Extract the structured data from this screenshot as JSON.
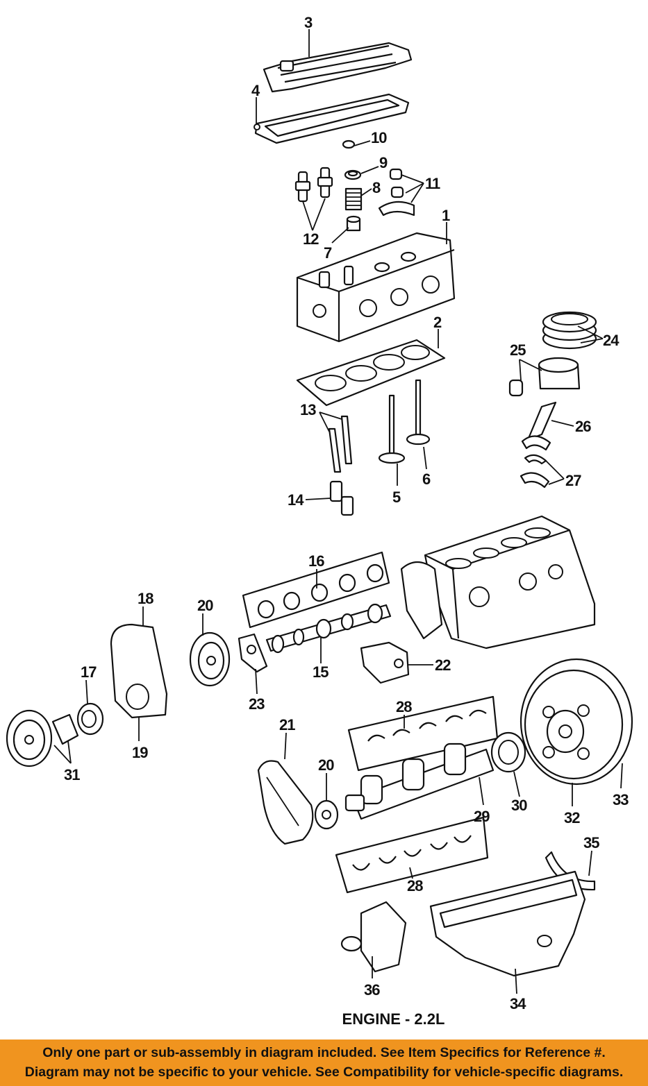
{
  "diagram": {
    "title": "ENGINE - 2.2L",
    "callouts": {
      "c1": "1",
      "c2": "2",
      "c3": "3",
      "c4": "4",
      "c5": "5",
      "c6": "6",
      "c7": "7",
      "c8": "8",
      "c9": "9",
      "c10": "10",
      "c11": "11",
      "c12": "12",
      "c13": "13",
      "c14": "14",
      "c15": "15",
      "c16": "16",
      "c17": "17",
      "c18": "18",
      "c19": "19",
      "c20": "20",
      "c20b": "20",
      "c21": "21",
      "c22": "22",
      "c23": "23",
      "c24": "24",
      "c25": "25",
      "c26": "26",
      "c27": "27",
      "c28": "28",
      "c28b": "28",
      "c29": "29",
      "c30": "30",
      "c31": "31",
      "c32": "32",
      "c33": "33",
      "c34": "34",
      "c35": "35",
      "c36": "36"
    }
  },
  "banner": {
    "line1": "Only one part or sub-assembly in diagram included. See Item Specifics for Reference #.",
    "line2": "Diagram may not be specific to your vehicle. See Compatibility for vehicle-specific diagrams."
  },
  "colors": {
    "banner": "#f0941f",
    "ink": "#111111"
  }
}
